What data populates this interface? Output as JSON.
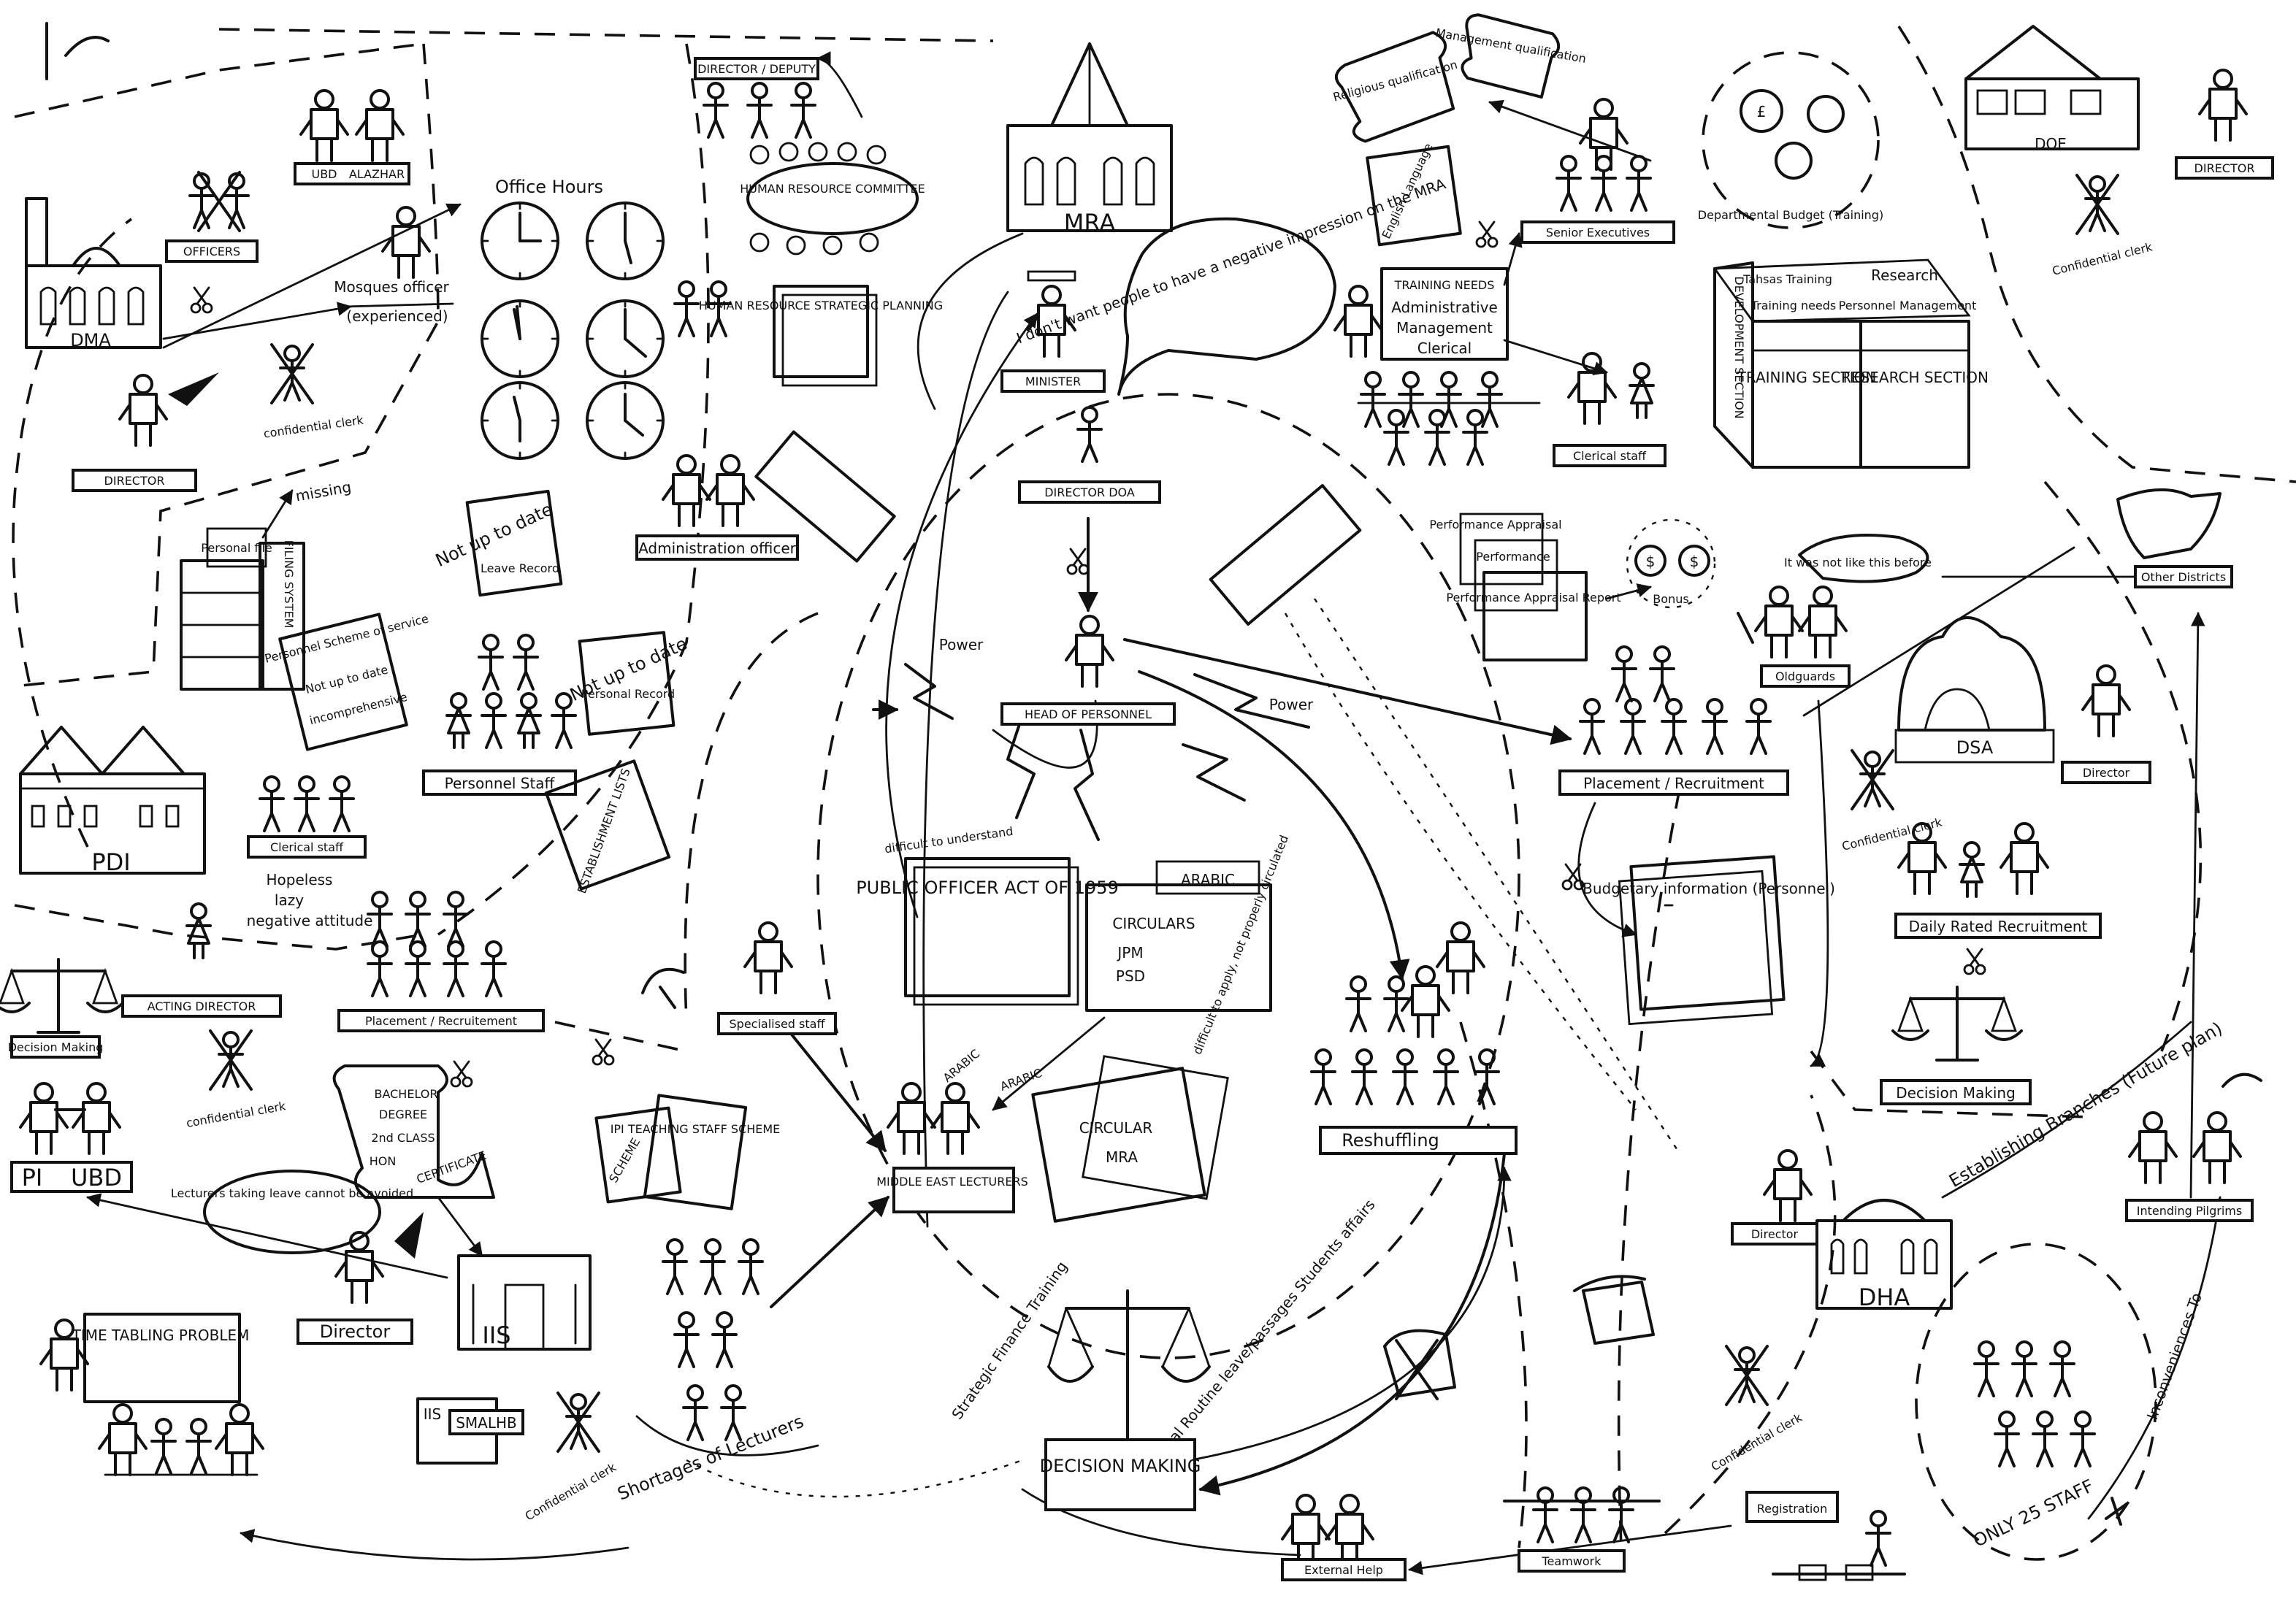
{
  "west": {
    "dma": "DMA",
    "officers": "OFFICERS",
    "ubd": "UBD",
    "alazhar": "ALAZHAR",
    "mosques_officer": "Mosques officer",
    "experienced": "(experienced)",
    "confidential_clerk": "confidential clerk",
    "director": "DIRECTOR",
    "missing": "missing",
    "personal_file": "Personal file",
    "filing_system": "FILING SYSTEM",
    "pdi": "PDI",
    "clerical_staff": "Clerical staff",
    "hopeless": "Hopeless",
    "lazy": "lazy",
    "negative_attitude": "negative attitude",
    "scheme": "Personnel Scheme of service",
    "not_up_to_date_scheme": "Not up to date",
    "incomprehensive": "incomprehensive",
    "acting_director": "ACTING DIRECTOR",
    "decision_making": "Decision Making",
    "confidential_clerk_2": "confidential clerk",
    "pi": "PI",
    "ubd_2": "UBD",
    "cert_bachelor": "BACHELOR",
    "cert_degree": "DEGREE",
    "cert_class": "2nd CLASS",
    "cert_hon": "HON",
    "cert_certificate": "CERTIFICATE",
    "lecturers_leave": "Lecturers taking leave cannot be avoided",
    "director_title": "Director",
    "timetabling": "TIME TABLING PROBLEM",
    "iis": "IIS",
    "iis_2": "IIS",
    "smalhb": "SMALHB",
    "confidential_clerk_3": "Confidential clerk",
    "shortages": "Shortages of Lecturers"
  },
  "personnel": {
    "director_deputy": "DIRECTOR / DEPUTY",
    "hr_committee": "HUMAN RESOURCE COMMITTEE",
    "office_hours": "Office Hours",
    "hr_planning": "HUMAN RESOURCE STRATEGIC PLANNING",
    "not_up_to_date_1": "Not up to date",
    "leave_record": "Leave Record",
    "not_up_to_date_2": "Not up to date",
    "personal_record": "Personal Record",
    "administration_officer": "Administration officer",
    "personnel_staff": "Personnel Staff",
    "establishment_lists": "ESTABLISHMENT LISTS",
    "placement_recruitment": "Placement / Recruitement",
    "specialised_staff": "Specialised staff",
    "ipi_scheme": "IPI TEACHING STAFF SCHEME",
    "scheme_book": "SCHEME"
  },
  "center": {
    "mra": "MRA",
    "minister": "MINISTER",
    "minister_quote": "I don't want people to have a negative impression on the MRA",
    "director_doa": "DIRECTOR DOA",
    "head_of_personnel": "HEAD OF PERSONNEL",
    "power_1": "Power",
    "power_2": "Power",
    "difficult": "difficult to understand",
    "public_officer_act": "PUBLIC OFFICER ACT OF 1959",
    "arabic_1": "ARABIC",
    "circulars": "CIRCULARS",
    "jpm": "JPM",
    "psd": "PSD",
    "difficult_apply": "difficult to apply, not properly circulated",
    "arabic_2": "ARABIC",
    "arabic_3": "ARABIC",
    "circular": "CIRCULAR",
    "circular_mra": "MRA",
    "middle_east_lecturers": "MIDDLE EAST LECTURERS",
    "strategic_finance_training": "Strategic Finance Training",
    "internal_routine": "Internal Routine leave/passages Students affairs",
    "decision_making": "DECISION MAKING",
    "external_help": "External Help",
    "teamwork": "Teamwork"
  },
  "east": {
    "religious_qualification": "Religious qualification",
    "management_qualification": "Management qualification",
    "english_language": "English Language",
    "senior_executives": "Senior Executives",
    "training_needs": "TRAINING NEEDS",
    "administrative": "Administrative",
    "management": "Management",
    "clerical": "Clerical",
    "clerical_staff": "Clerical staff",
    "performance_appraisal": "Performance Appraisal",
    "performance": "Performance",
    "performance_report": "Performance Appraisal Report",
    "bonus": "Bonus",
    "not_like_this": "It was not like this before",
    "oldguards": "Oldguards",
    "placement_recruitment": "Placement / Recruitment",
    "budgetary_information": "Budgetary information (Personnel)",
    "reshuffling": "Reshuffling",
    "registration": "Registration",
    "departmental_budget": "Departmental Budget (Training)",
    "development_section": "DEVELOPMENT SECTION",
    "tahsas_training": "Tahsas Training",
    "training_needs_2": "Training needs",
    "research": "Research",
    "personnel_management": "Personnel Management",
    "training_section": "TRAINING SECTION",
    "research_section": "RESEARCH SECTION"
  },
  "far_east": {
    "doe": "DOE",
    "director": "DIRECTOR",
    "confidential_clerk": "Confidential clerk",
    "other_districts": "Other Districts",
    "dsa": "DSA",
    "director_2": "Director",
    "confidential_clerk_2": "Confidential clerk",
    "daily_rated": "Daily Rated Recruitment",
    "decision_making": "Decision Making",
    "establishing_branches": "Establishing Branches (Future plan)",
    "intending_pilgrims": "Intending Pilgrims",
    "director_dha": "Director",
    "dha": "DHA",
    "confidential_clerk_3": "Confidential clerk",
    "only_25_staff": "ONLY 25 STAFF",
    "inconveniences": "Inconveniences To"
  }
}
